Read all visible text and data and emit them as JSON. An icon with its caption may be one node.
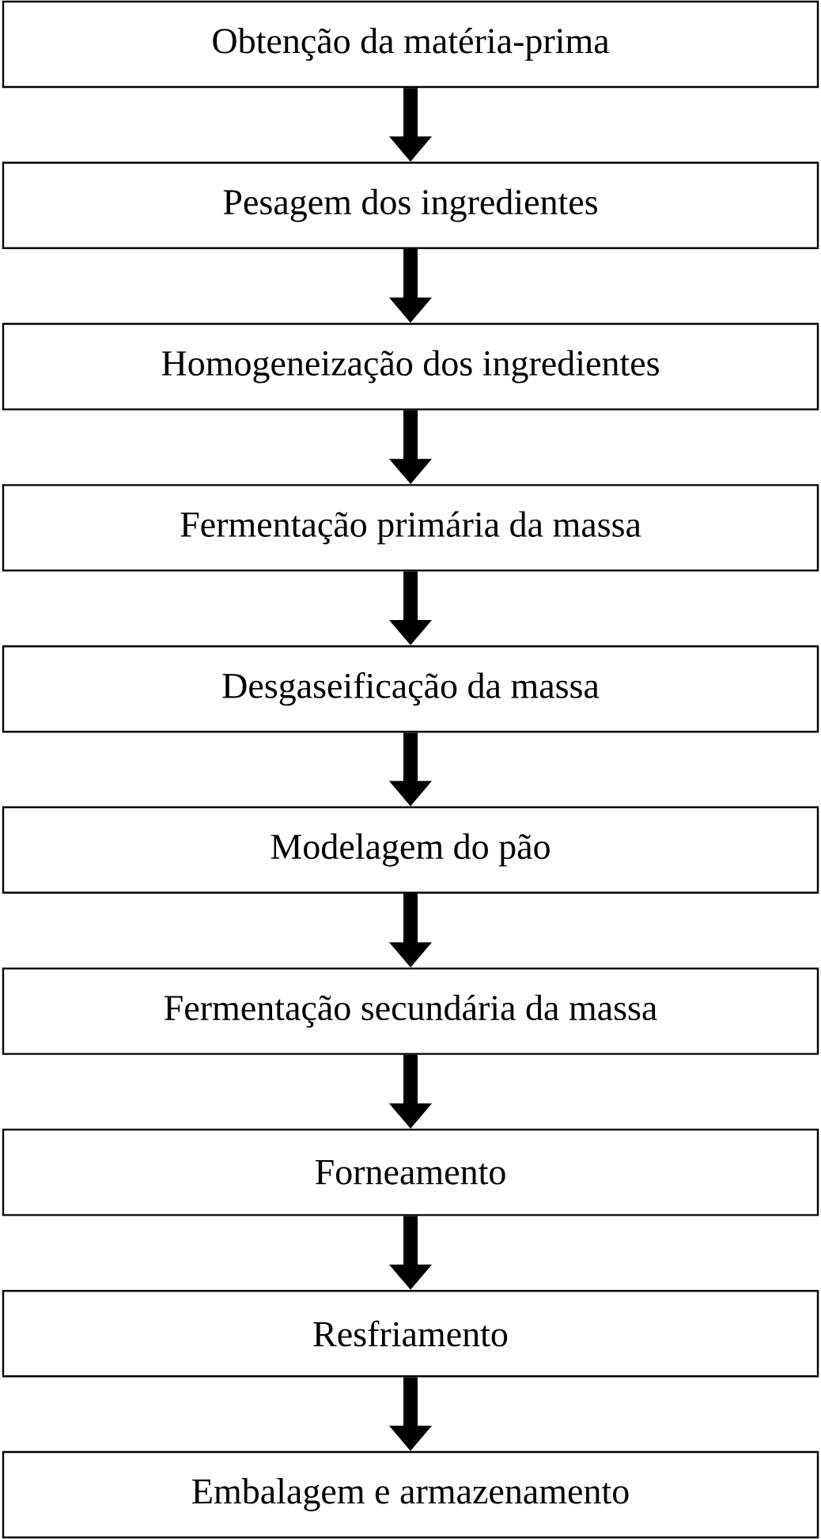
{
  "diagram": {
    "nodes": [
      {
        "text": [
          "Obtenção da matéria-prima"
        ]
      },
      {
        "text": [
          "Pesagem dos ingredientes"
        ]
      },
      {
        "text": [
          "Homogeneização dos ingredientes"
        ]
      },
      {
        "text": [
          "Fermentação primária da massa"
        ]
      },
      {
        "text": [
          "Desgaseificação da massa"
        ]
      },
      {
        "text": [
          "Modelagem do pão"
        ]
      },
      {
        "text": [
          "Fermentação secundária da massa"
        ]
      },
      {
        "text": [
          "Forneamento"
        ]
      },
      {
        "text": [
          "Resfriamento"
        ]
      },
      {
        "text": [
          "Embalagem e armazenamento"
        ]
      }
    ],
    "edges": [
      {
        "from": 0,
        "to": 1,
        "arrow": "to"
      },
      {
        "from": 1,
        "to": 2,
        "arrow": "to"
      },
      {
        "from": 2,
        "to": 3,
        "arrow": "to"
      },
      {
        "from": 3,
        "to": 4,
        "arrow": "to"
      },
      {
        "from": 4,
        "to": 5,
        "arrow": "to"
      },
      {
        "from": 5,
        "to": 6,
        "arrow": "to"
      },
      {
        "from": 6,
        "to": 7,
        "arrow": "to"
      },
      {
        "from": 7,
        "to": 8,
        "arrow": "to"
      },
      {
        "from": 8,
        "to": 9,
        "arrow": "to"
      }
    ]
  }
}
